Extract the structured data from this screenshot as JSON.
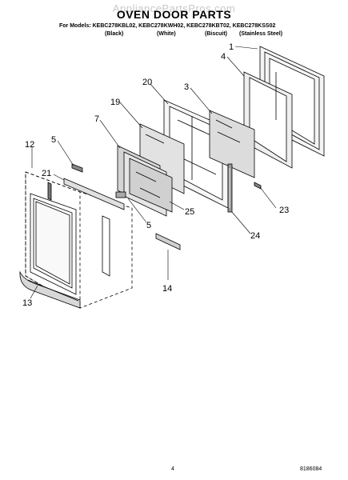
{
  "watermark": "AppliancePartsPros.com",
  "title": "OVEN DOOR PARTS",
  "models_line": "For Models: KEBC278KBL02, KEBC278KWH02, KEBC278KBT02, KEBC278KSS02",
  "finishes": [
    "(Black)",
    "(White)",
    "(Biscuit)",
    "(Stainless Steel)"
  ],
  "callouts": [
    "1",
    "4",
    "20",
    "3",
    "19",
    "7",
    "5",
    "12",
    "21",
    "25",
    "23",
    "5",
    "24",
    "14",
    "13"
  ],
  "page_number": "4",
  "document_number": "8186084"
}
